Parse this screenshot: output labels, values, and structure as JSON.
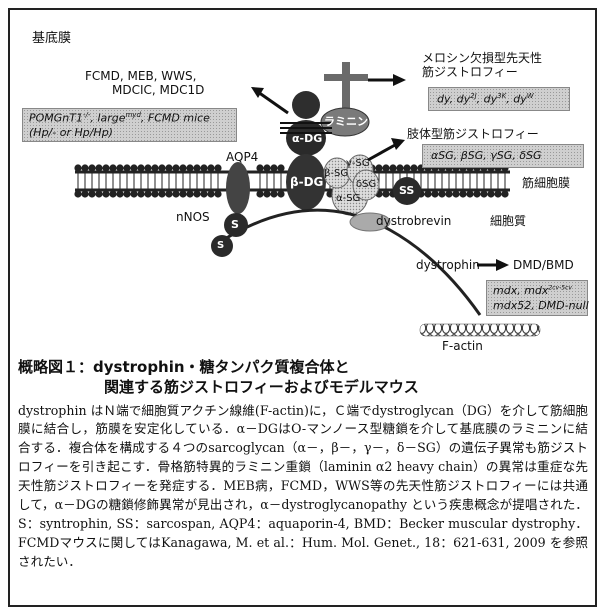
{
  "diagram": {
    "basement_membrane": "基底膜",
    "fcmd_group": {
      "line1": "FCMD, MEB, WWS,",
      "line2": "MDCIC, MDC1D"
    },
    "mice_box": {
      "line1": "POMGnT1",
      "sup1": "-/-",
      "mid": ", large",
      "sup2": "myd",
      "end": ", FCMD mice",
      "line2": "(Hp/- or Hp/Hp)"
    },
    "laminin": "ラミニン",
    "merosin": {
      "line1": "メロシン欠損型先天性",
      "line2": "筋ジストロフィー"
    },
    "dy_box": [
      "dy",
      "dy",
      "2J",
      "dy",
      "3K",
      "dy",
      "W"
    ],
    "limb_girdle": "肢体型筋ジストロフィー",
    "sg_box": [
      "αSG",
      "βSG",
      "γSG",
      "δSG"
    ],
    "aqp4": "AQP4",
    "alpha_dg": "α-DG",
    "beta_dg": "β-DG",
    "gamma_sg": "γ-SG",
    "beta_sg": "β-SG",
    "delta_sg": "δSG",
    "alpha_sg": "α-SG",
    "ss": "SS",
    "sarcolemma": "筋細胞膜",
    "nnos": "nNOS",
    "s": "S",
    "dystrobrevin": "dystrobrevin",
    "cytoplasm": "細胞質",
    "dystrophin": "dystrophin",
    "dmd": "DMD/BMD",
    "mdx_box": {
      "line1": "mdx, mdx",
      "sup": "2cv-5cv",
      "line2": "mdx52, DMD-null"
    },
    "factin": "F-actin"
  },
  "caption": {
    "title_line1": "概略図１：dystrophin・糖タンパク質複合体と",
    "title_line2": "関連する筋ジストロフィーおよびモデルマウス",
    "body": "dystrophin はＮ端で細胞質アクチン線維(F-actin)に，Ｃ端でdystroglycan（DG）を介して筋細胞膜に結合し，筋膜を安定化している．α－DGはO-マンノース型糖鎖を介して基底膜のラミニンに結合する．複合体を構成する４つのsarcoglycan（α－，β－，γ－，δ－SG）の遺伝子異常も筋ジストロフィーを引き起こす．骨格筋特異的ラミニン重鎖（laminin α2 heavy chain）の異常は重症な先天性筋ジストロフィーを発症する．MEB病，FCMD，WWS等の先天性筋ジストロフィーには共通して，α－DGの糖鎖修飾異常が見出され，α－dystroglycanopathy という疾患概念が提唱された．S：syntrophin, SS：sarcospan, AQP4：aquaporin-4, BMD：Becker muscular dystrophy．FCMDマウスに関してはKanagawa, M. et al.：Hum. Mol. Genet., 18：621-631, 2009 を参照されたい．"
  }
}
